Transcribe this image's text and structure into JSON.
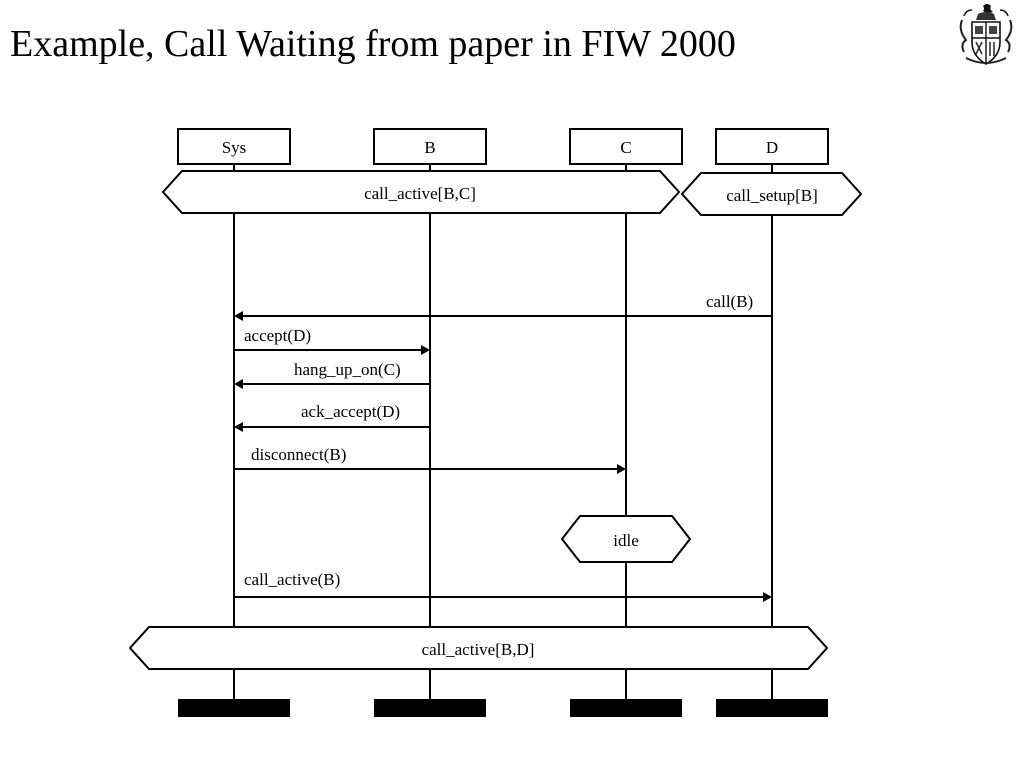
{
  "slide": {
    "title": "Example, Call Waiting from paper in FIW 2000"
  },
  "diagram": {
    "type": "message-sequence-chart",
    "instances": [
      {
        "id": "sys",
        "label": "Sys"
      },
      {
        "id": "b",
        "label": "B"
      },
      {
        "id": "c",
        "label": "C"
      },
      {
        "id": "d",
        "label": "D"
      }
    ],
    "conditions": [
      {
        "id": "call-active-bc",
        "label": "call_active[B,C]",
        "spans": [
          "sys",
          "b",
          "c"
        ]
      },
      {
        "id": "call-setup-b",
        "label": "call_setup[B]",
        "spans": [
          "d"
        ]
      },
      {
        "id": "idle",
        "label": "idle",
        "spans": [
          "c"
        ]
      },
      {
        "id": "call-active-bd",
        "label": "call_active[B,D]",
        "spans": [
          "sys",
          "b",
          "c",
          "d"
        ]
      }
    ],
    "messages": [
      {
        "id": "call-b",
        "label": "call(B)",
        "from": "d",
        "to": "sys"
      },
      {
        "id": "accept-d",
        "label": "accept(D)",
        "from": "sys",
        "to": "b"
      },
      {
        "id": "hang-up-on-c",
        "label": "hang_up_on(C)",
        "from": "b",
        "to": "sys"
      },
      {
        "id": "ack-accept-d",
        "label": "ack_accept(D)",
        "from": "b",
        "to": "sys"
      },
      {
        "id": "disconnect-b",
        "label": "disconnect(B)",
        "from": "sys",
        "to": "c"
      },
      {
        "id": "call-active-b",
        "label": "call_active(B)",
        "from": "sys",
        "to": "d"
      }
    ]
  },
  "logo": {
    "icon": "heraldic-crest-icon"
  }
}
